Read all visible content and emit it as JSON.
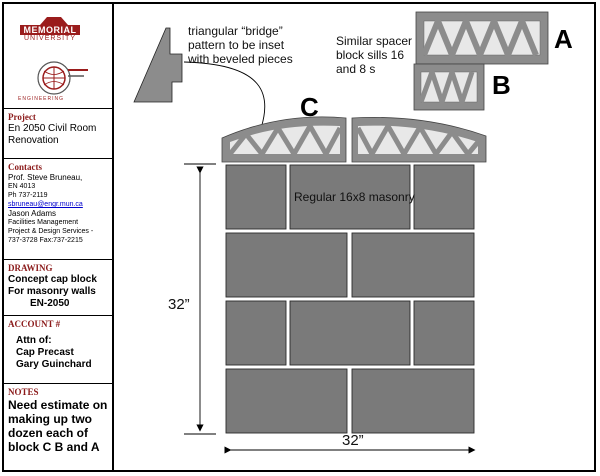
{
  "logo": {
    "line1": "MEMORIAL",
    "line2": "UNIVERSITY",
    "seal_text": "ENGINEERING"
  },
  "project": {
    "title": "Project",
    "name": "En 2050 Civil Room Renovation"
  },
  "contacts": {
    "title": "Contacts",
    "person1": "Prof. Steve Bruneau,",
    "office": "EN 4013",
    "phone": "Ph 737-2119",
    "email": "sbruneau@engr.mun.ca",
    "person2": "Jason Adams",
    "dept1": "Facilities Management",
    "dept2": "Project & Design Services -",
    "phone2": "737-3728 Fax:737-2215"
  },
  "drawing": {
    "title": "DRAWING",
    "line1": "Concept cap block",
    "line2": "For masonry walls",
    "line3": "EN-2050"
  },
  "account": {
    "title": "ACCOUNT #",
    "line1": "Attn of:",
    "line2": "Cap Precast",
    "line3": "Gary Guinchard"
  },
  "notes": {
    "title": "NOTES",
    "text": "Need estimate on making up two dozen each of block C B and A"
  },
  "labels": {
    "bridge_line1": "triangular “bridge”",
    "bridge_line2": "pattern to be inset",
    "bridge_line3": "with beveled pieces",
    "spacer_line1": "Similar spacer",
    "spacer_line2": "block sills 16",
    "spacer_line3": "and 8 s",
    "masonry": "Regular 16x8 masonry",
    "dim_vertical": "32”",
    "dim_horizontal": "32”",
    "block_a": "A",
    "block_b": "B",
    "block_c": "C"
  },
  "colors": {
    "block": "#7a7a7a",
    "block_edge": "#2a2a2a",
    "sill": "#8c8c8c",
    "triangle": "#e8e8e8",
    "brand": "#9a1c1c"
  }
}
